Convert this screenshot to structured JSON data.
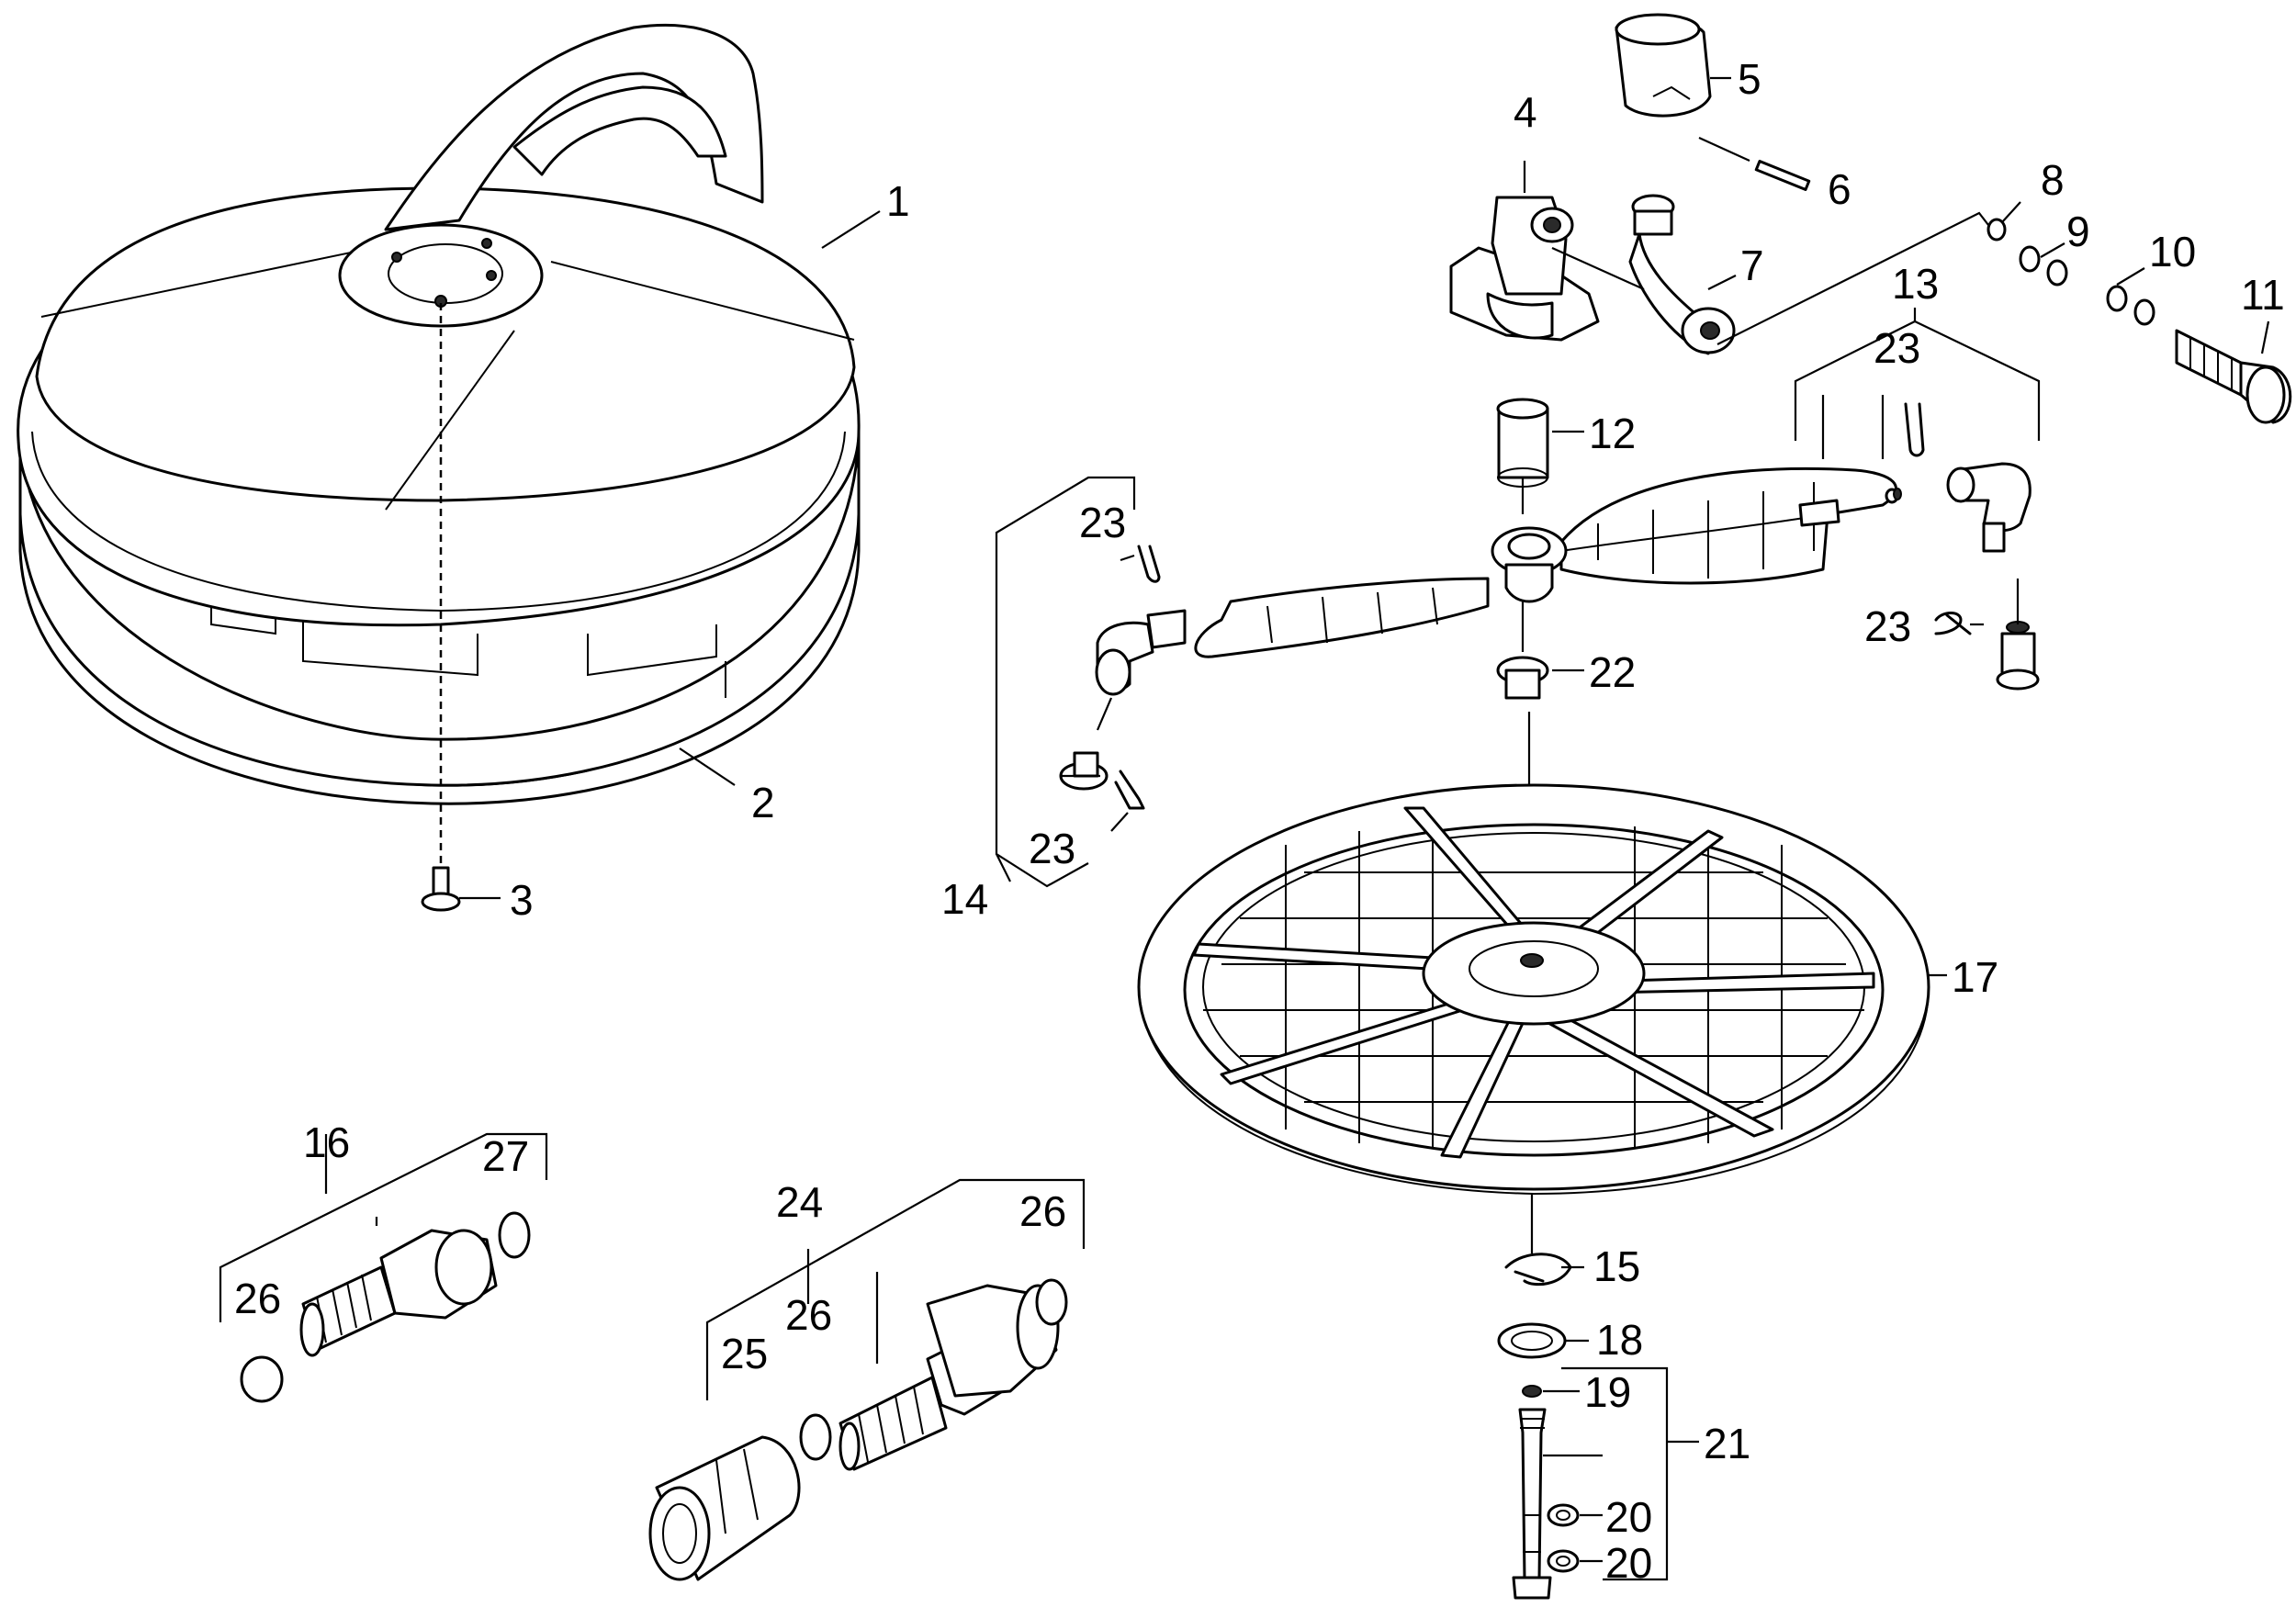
{
  "diagram": {
    "callouts": [
      {
        "id": "c1",
        "label": "1"
      },
      {
        "id": "c2",
        "label": "2"
      },
      {
        "id": "c3",
        "label": "3"
      },
      {
        "id": "c4",
        "label": "4"
      },
      {
        "id": "c5",
        "label": "5"
      },
      {
        "id": "c6",
        "label": "6"
      },
      {
        "id": "c7",
        "label": "7"
      },
      {
        "id": "c8",
        "label": "8"
      },
      {
        "id": "c9",
        "label": "9"
      },
      {
        "id": "c10",
        "label": "10"
      },
      {
        "id": "c11",
        "label": "11"
      },
      {
        "id": "c12",
        "label": "12"
      },
      {
        "id": "c13",
        "label": "13"
      },
      {
        "id": "c14",
        "label": "14"
      },
      {
        "id": "c15",
        "label": "15"
      },
      {
        "id": "c16",
        "label": "16"
      },
      {
        "id": "c17",
        "label": "17"
      },
      {
        "id": "c18",
        "label": "18"
      },
      {
        "id": "c19",
        "label": "19"
      },
      {
        "id": "c20a",
        "label": "20"
      },
      {
        "id": "c20b",
        "label": "20"
      },
      {
        "id": "c21",
        "label": "21"
      },
      {
        "id": "c22",
        "label": "22"
      },
      {
        "id": "c23a",
        "label": "23"
      },
      {
        "id": "c23b",
        "label": "23"
      },
      {
        "id": "c23c",
        "label": "23"
      },
      {
        "id": "c23d",
        "label": "23"
      },
      {
        "id": "c24",
        "label": "24"
      },
      {
        "id": "c25",
        "label": "25"
      },
      {
        "id": "c26a",
        "label": "26"
      },
      {
        "id": "c26b",
        "label": "26"
      },
      {
        "id": "c26c",
        "label": "26"
      },
      {
        "id": "c27",
        "label": "27"
      }
    ]
  }
}
